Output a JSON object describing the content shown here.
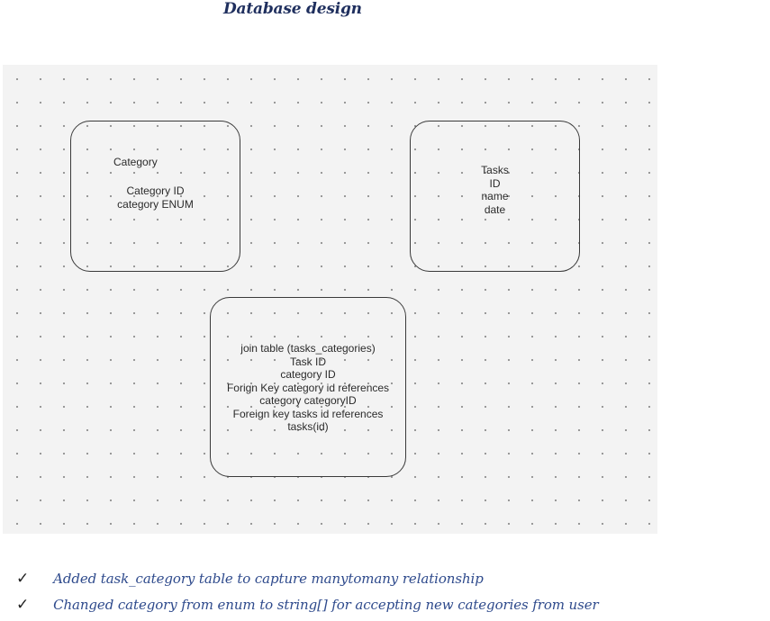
{
  "page": {
    "title": "Database design"
  },
  "diagram": {
    "entities": [
      {
        "id": "category",
        "title": "Category",
        "fields": [
          "Category ID",
          "category ENUM"
        ]
      },
      {
        "id": "tasks",
        "lines": [
          "Tasks",
          "ID",
          "name",
          "date"
        ]
      },
      {
        "id": "join",
        "lines": [
          "join table (tasks_categories)",
          "Task ID",
          "category ID",
          "Forign Key category id references",
          "category categoryID",
          "Foreign key tasks id references",
          "tasks(id)"
        ]
      }
    ]
  },
  "notes": [
    {
      "icon": "check-icon",
      "text": "Added task_category table to capture manytomany relationship"
    },
    {
      "icon": "check-icon",
      "text": "Changed category  from enum to string[] for accepting new categories from user"
    }
  ],
  "colors": {
    "title": "#1f2f5e",
    "notes": "#2e4a8c",
    "canvas": "#f3f3f3",
    "box_border": "#3a3a3a"
  }
}
